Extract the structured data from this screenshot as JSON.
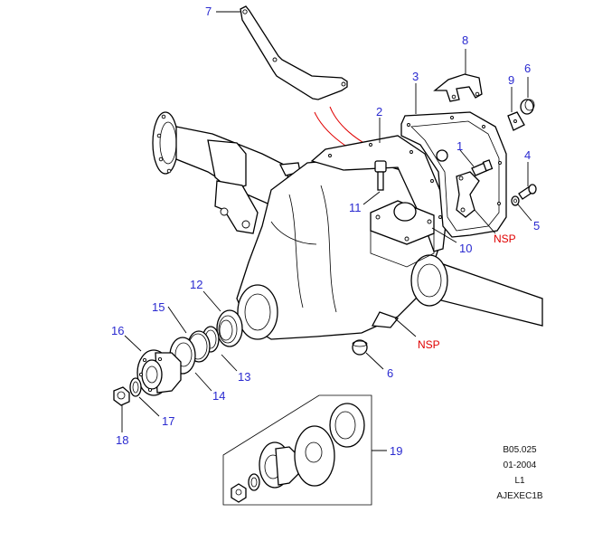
{
  "diagram": {
    "title": "Rear axle differential assembly exploded view",
    "callouts": [
      {
        "id": "c1",
        "label": "1"
      },
      {
        "id": "c2",
        "label": "2"
      },
      {
        "id": "c3",
        "label": "3"
      },
      {
        "id": "c4",
        "label": "4"
      },
      {
        "id": "c5",
        "label": "5"
      },
      {
        "id": "c6a",
        "label": "6"
      },
      {
        "id": "c6b",
        "label": "6"
      },
      {
        "id": "c7",
        "label": "7"
      },
      {
        "id": "c8",
        "label": "8"
      },
      {
        "id": "c9",
        "label": "9"
      },
      {
        "id": "c10",
        "label": "10"
      },
      {
        "id": "c11",
        "label": "11"
      },
      {
        "id": "c12",
        "label": "12"
      },
      {
        "id": "c13",
        "label": "13"
      },
      {
        "id": "c14",
        "label": "14"
      },
      {
        "id": "c15",
        "label": "15"
      },
      {
        "id": "c16",
        "label": "16"
      },
      {
        "id": "c17",
        "label": "17"
      },
      {
        "id": "c18",
        "label": "18"
      },
      {
        "id": "c19",
        "label": "19"
      }
    ],
    "nsp_labels": [
      "NSP",
      "NSP"
    ],
    "reference": {
      "code": "B05.025",
      "date": "01-2004",
      "level": "L1",
      "id": "AJEXEC1B"
    },
    "colors": {
      "callout": "#2a2ad0",
      "nsp": "#e00000",
      "line": "#000000"
    }
  }
}
